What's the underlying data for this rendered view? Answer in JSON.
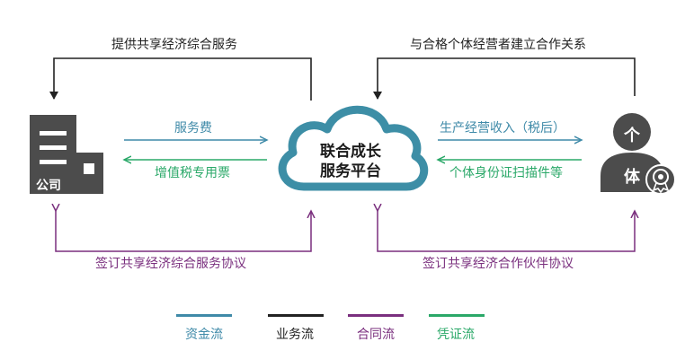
{
  "colors": {
    "capital": "#3f8aa8",
    "business": "#222222",
    "contract": "#7a2f7e",
    "voucher": "#2aa868",
    "icon_gray": "#4c4c4c",
    "cloud_stroke": "#3d8ea6"
  },
  "nodes": {
    "company": "公司",
    "platform_line1": "联合成长",
    "platform_line2": "服务平台",
    "individual_char1": "个",
    "individual_char2": "体"
  },
  "flows": {
    "top_left": "提供共享经济综合服务",
    "top_right": "与合格个体经营者建立合作关系",
    "fee": "服务费",
    "invoice": "增值税专用票",
    "income": "生产经营收入（税后）",
    "id_scan": "个体身份证扫描件等",
    "bottom_left": "签订共享经济综合服务协议",
    "bottom_right": "签订共享经济合作伙伴协议"
  },
  "legend": [
    {
      "label": "资金流",
      "color": "#3f8aa8"
    },
    {
      "label": "业务流",
      "color": "#222222"
    },
    {
      "label": "合同流",
      "color": "#7a2f7e"
    },
    {
      "label": "凭证流",
      "color": "#2aa868"
    }
  ]
}
